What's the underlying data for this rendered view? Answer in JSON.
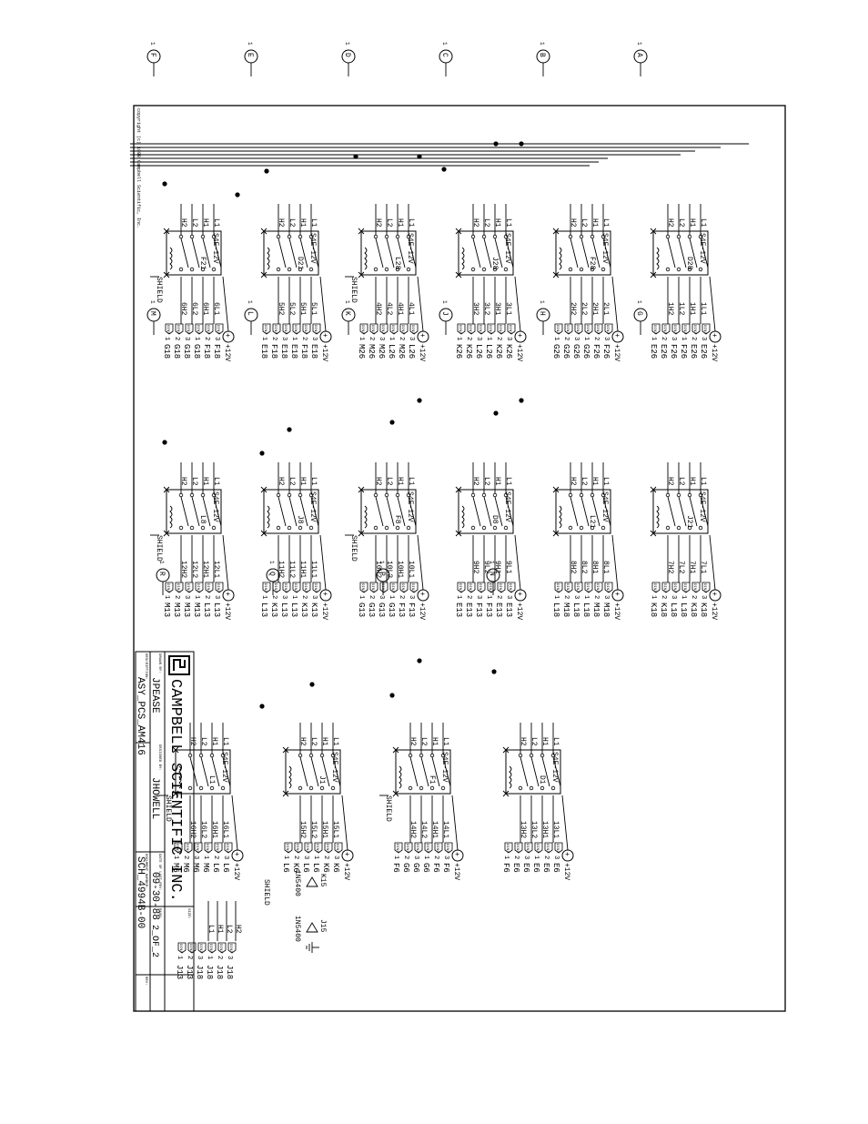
{
  "copyright": "copyright (c) 1988 Campbell Scientific, Inc.",
  "coil_voltage": "+12V",
  "relay_type": "S4E-12V",
  "shield_label": "SHIELD",
  "connector_tag": "DIN3",
  "banks": [
    {
      "bus": "1E",
      "relays": [
        {
          "id": "F21",
          "bus": "1F",
          "pins": [
            "F18",
            "F18",
            "G18",
            "G18",
            "G18",
            "G18"
          ],
          "labels": [
            "6L1",
            "6H1",
            "6L2",
            "6H2"
          ]
        },
        {
          "id": "D21",
          "bus": "1E",
          "pins": [
            "E18",
            "F18",
            "E18",
            "E18",
            "F18",
            "E18"
          ],
          "labels": [
            "5L1",
            "5H1",
            "5L2",
            "5H2"
          ]
        },
        {
          "id": "L28",
          "bus": "1D",
          "pins": [
            "L26",
            "M26",
            "L26",
            "M26",
            "M26",
            "M26"
          ],
          "labels": [
            "4L1",
            "4H1",
            "4L2",
            "4H2"
          ]
        },
        {
          "id": "J28",
          "bus": "1C",
          "pins": [
            "K26",
            "K26",
            "L26",
            "L26",
            "K26",
            "K26"
          ],
          "labels": [
            "3L1",
            "3H1",
            "3L2",
            "3H2"
          ]
        },
        {
          "id": "F28",
          "bus": "1B",
          "pins": [
            "F26",
            "F26",
            "G26",
            "G26",
            "G26",
            "G26"
          ],
          "labels": [
            "2L1",
            "2H1",
            "2L2",
            "2H2"
          ]
        },
        {
          "id": "D28",
          "bus": "1A",
          "pins": [
            "E26",
            "E26",
            "F26",
            "F26",
            "E26",
            "E26"
          ],
          "labels": [
            "1L1",
            "1H1",
            "1L2",
            "1H2"
          ]
        }
      ]
    },
    {
      "bus": "1G",
      "relays": [
        {
          "id": "L8",
          "bus": "1M",
          "pins": [
            "L13",
            "L13",
            "M13",
            "M13",
            "M13",
            "M13"
          ],
          "labels": [
            "12L1",
            "12H1",
            "12L2",
            "12H2"
          ]
        },
        {
          "id": "J8",
          "bus": "1L",
          "pins": [
            "K13",
            "K13",
            "L13",
            "L13",
            "K13",
            "L13"
          ],
          "labels": [
            "11L1",
            "11H1",
            "11L2",
            "11H2"
          ]
        },
        {
          "id": "F8",
          "bus": "1K",
          "pins": [
            "F13",
            "F13",
            "G13",
            "G13",
            "G13",
            "G13"
          ],
          "labels": [
            "10L1",
            "10H1",
            "10L2",
            "10H2"
          ]
        },
        {
          "id": "D8",
          "bus": "1J",
          "pins": [
            "E13",
            "E13",
            "F13",
            "F13",
            "E13",
            "E13"
          ],
          "labels": [
            "9L1",
            "9H1",
            "9L2",
            "9H2"
          ]
        },
        {
          "id": "L21",
          "bus": "1H",
          "pins": [
            "M18",
            "M18",
            "L18",
            "L18",
            "M18",
            "L18"
          ],
          "labels": [
            "8L1",
            "8H1",
            "8L2",
            "8H2"
          ]
        },
        {
          "id": "J21",
          "bus": "1G",
          "pins": [
            "K18",
            "K18",
            "L18",
            "L18",
            "K18",
            "K18"
          ],
          "labels": [
            "7L1",
            "7H1",
            "7L2",
            "7H2"
          ]
        }
      ]
    },
    {
      "bus": "1N",
      "relays": [
        {
          "id": "L1",
          "bus": "1R",
          "pins": [
            "L6",
            "L6",
            "M6",
            "M6",
            "M6",
            "M6"
          ],
          "labels": [
            "16L1",
            "16H1",
            "16L2",
            "16H2"
          ]
        },
        {
          "id": "J1",
          "bus": "1Q",
          "pins": [
            "K6",
            "K6",
            "L6",
            "L6",
            "K6",
            "L6"
          ],
          "labels": [
            "15L1",
            "15H1",
            "15L2",
            "15H2"
          ]
        },
        {
          "id": "F1",
          "bus": "1P",
          "pins": [
            "F6",
            "F6",
            "G6",
            "G6",
            "G6",
            "F6"
          ],
          "labels": [
            "14L1",
            "14H1",
            "14L2",
            "14H2"
          ]
        },
        {
          "id": "D1",
          "bus": "1N",
          "pins": [
            "E6",
            "E6",
            "E6",
            "E6",
            "E6",
            "F6"
          ],
          "labels": [
            "13L1",
            "13H1",
            "13L2",
            "13H2"
          ]
        }
      ]
    }
  ],
  "common": {
    "pins": [
      "J18",
      "J18",
      "J18",
      "J18",
      "J13",
      "J13"
    ],
    "labels": [
      "L1",
      "H1",
      "L2",
      "H2"
    ],
    "diodes": [
      {
        "ref": "K15",
        "part": "1N5400"
      },
      {
        "ref": "J15",
        "part": "1N5400"
      }
    ]
  },
  "title_block": {
    "company": "CAMPBELL SCIENTIFIC INC.",
    "drawn_by_label": "DRAWN BY:",
    "drawn_by": "JPEASE",
    "designed_by_label": "DESIGNED BY:",
    "designed_by": "JHOWELL",
    "description_label": "DESCRIPTION:",
    "description": "ASY_PCS_AM416",
    "date_label": "DATE OF LAST REV:",
    "date": "09-30-88",
    "doc_label": "DOCUMENT NUMBER:",
    "doc_number": "SCH_4994B-00",
    "page_label": "PAGE:",
    "page": "2_OF_2",
    "size_label": "SIZE:",
    "rev_label": "REV:"
  }
}
